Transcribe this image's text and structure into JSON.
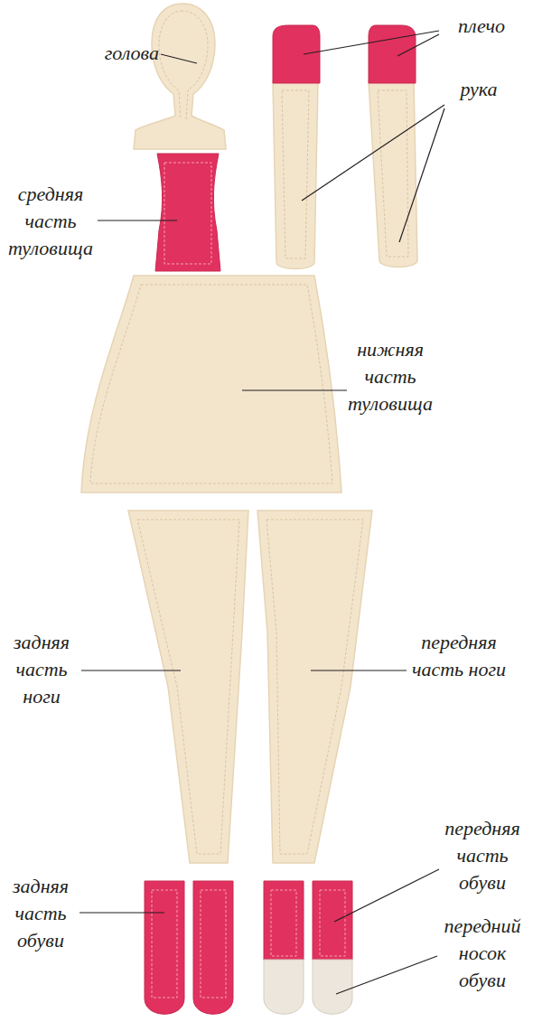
{
  "diagram": {
    "labels": [
      "голова",
      "плечо",
      "средняя часть туловища",
      "рука",
      "нижняя часть туловища",
      "задняя часть ноги",
      "передняя часть ноги",
      "задняя часть обуви",
      "передняя часть обуви",
      "передний носок обуви"
    ]
  }
}
